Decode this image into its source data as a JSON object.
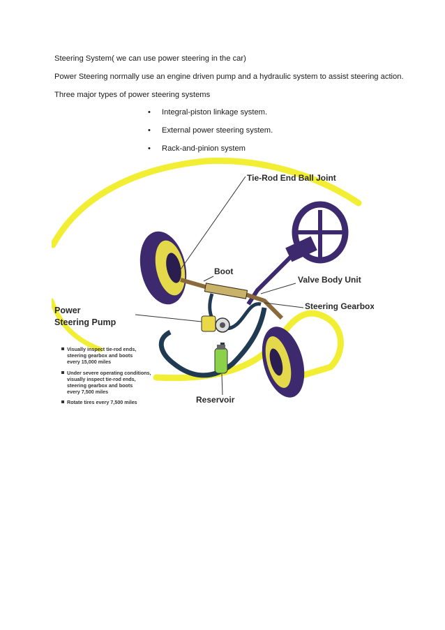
{
  "document": {
    "heading": "Steering System( we can use power steering in the car)",
    "intro": "Power Steering normally use an engine driven pump and a hydraulic system to assist steering action.",
    "types_intro": "Three major types of power steering systems",
    "bullet_marker": "•",
    "types": [
      "Integral-piston linkage system.",
      "External power steering system.",
      "Rack-and-pinion system"
    ]
  },
  "figure": {
    "labels": {
      "tie_rod": "Tie-Rod End Ball Joint",
      "boot": "Boot",
      "valve_body": "Valve Body Unit",
      "steering_gearbox": "Steering Gearbox",
      "power_steering_pump_line1": "Power",
      "power_steering_pump_line2": "Steering Pump",
      "reservoir": "Reservoir"
    },
    "notes": [
      [
        "Visually inspect tie-rod ends,",
        "steering gearbox and boots",
        "every 15,000 miles"
      ],
      [
        "Under severe operating conditions,",
        "visually inspect tie-rod ends,",
        "steering gearbox and boots",
        "every 7,500 miles"
      ],
      [
        "Rotate tires every 7,500 miles"
      ]
    ],
    "colors": {
      "car_outline": "#f2ee33",
      "tire": "#3d2a6e",
      "hose": "#1f3a52",
      "reservoir": "#8bd14a",
      "pump": "#e8d84a"
    }
  }
}
